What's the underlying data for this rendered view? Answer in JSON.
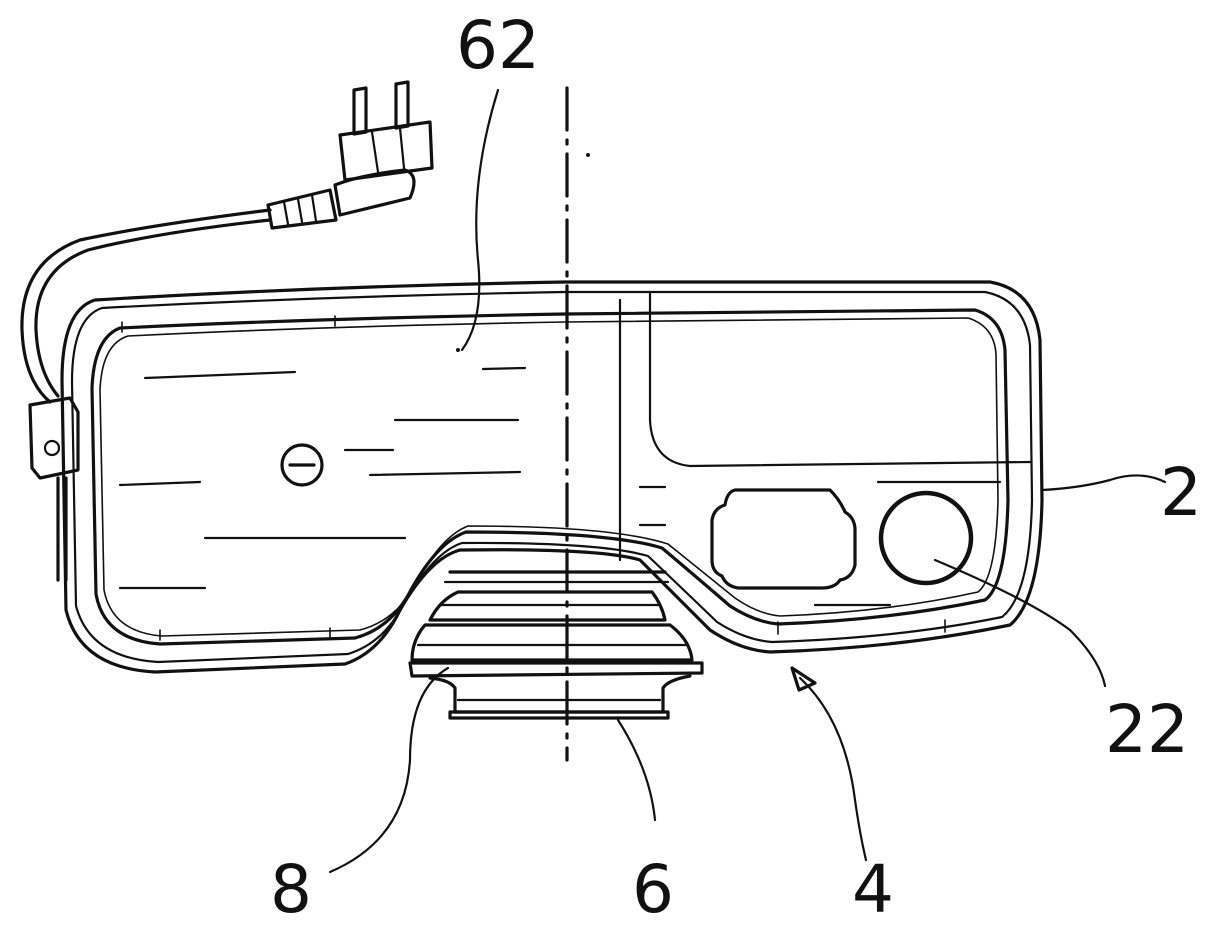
{
  "labels": {
    "l62": "62",
    "l2": "2",
    "l22": "22",
    "l8": "8",
    "l6": "6",
    "l4": "4"
  },
  "colors": {
    "ink": "#111111",
    "paper": "#ffffff"
  }
}
